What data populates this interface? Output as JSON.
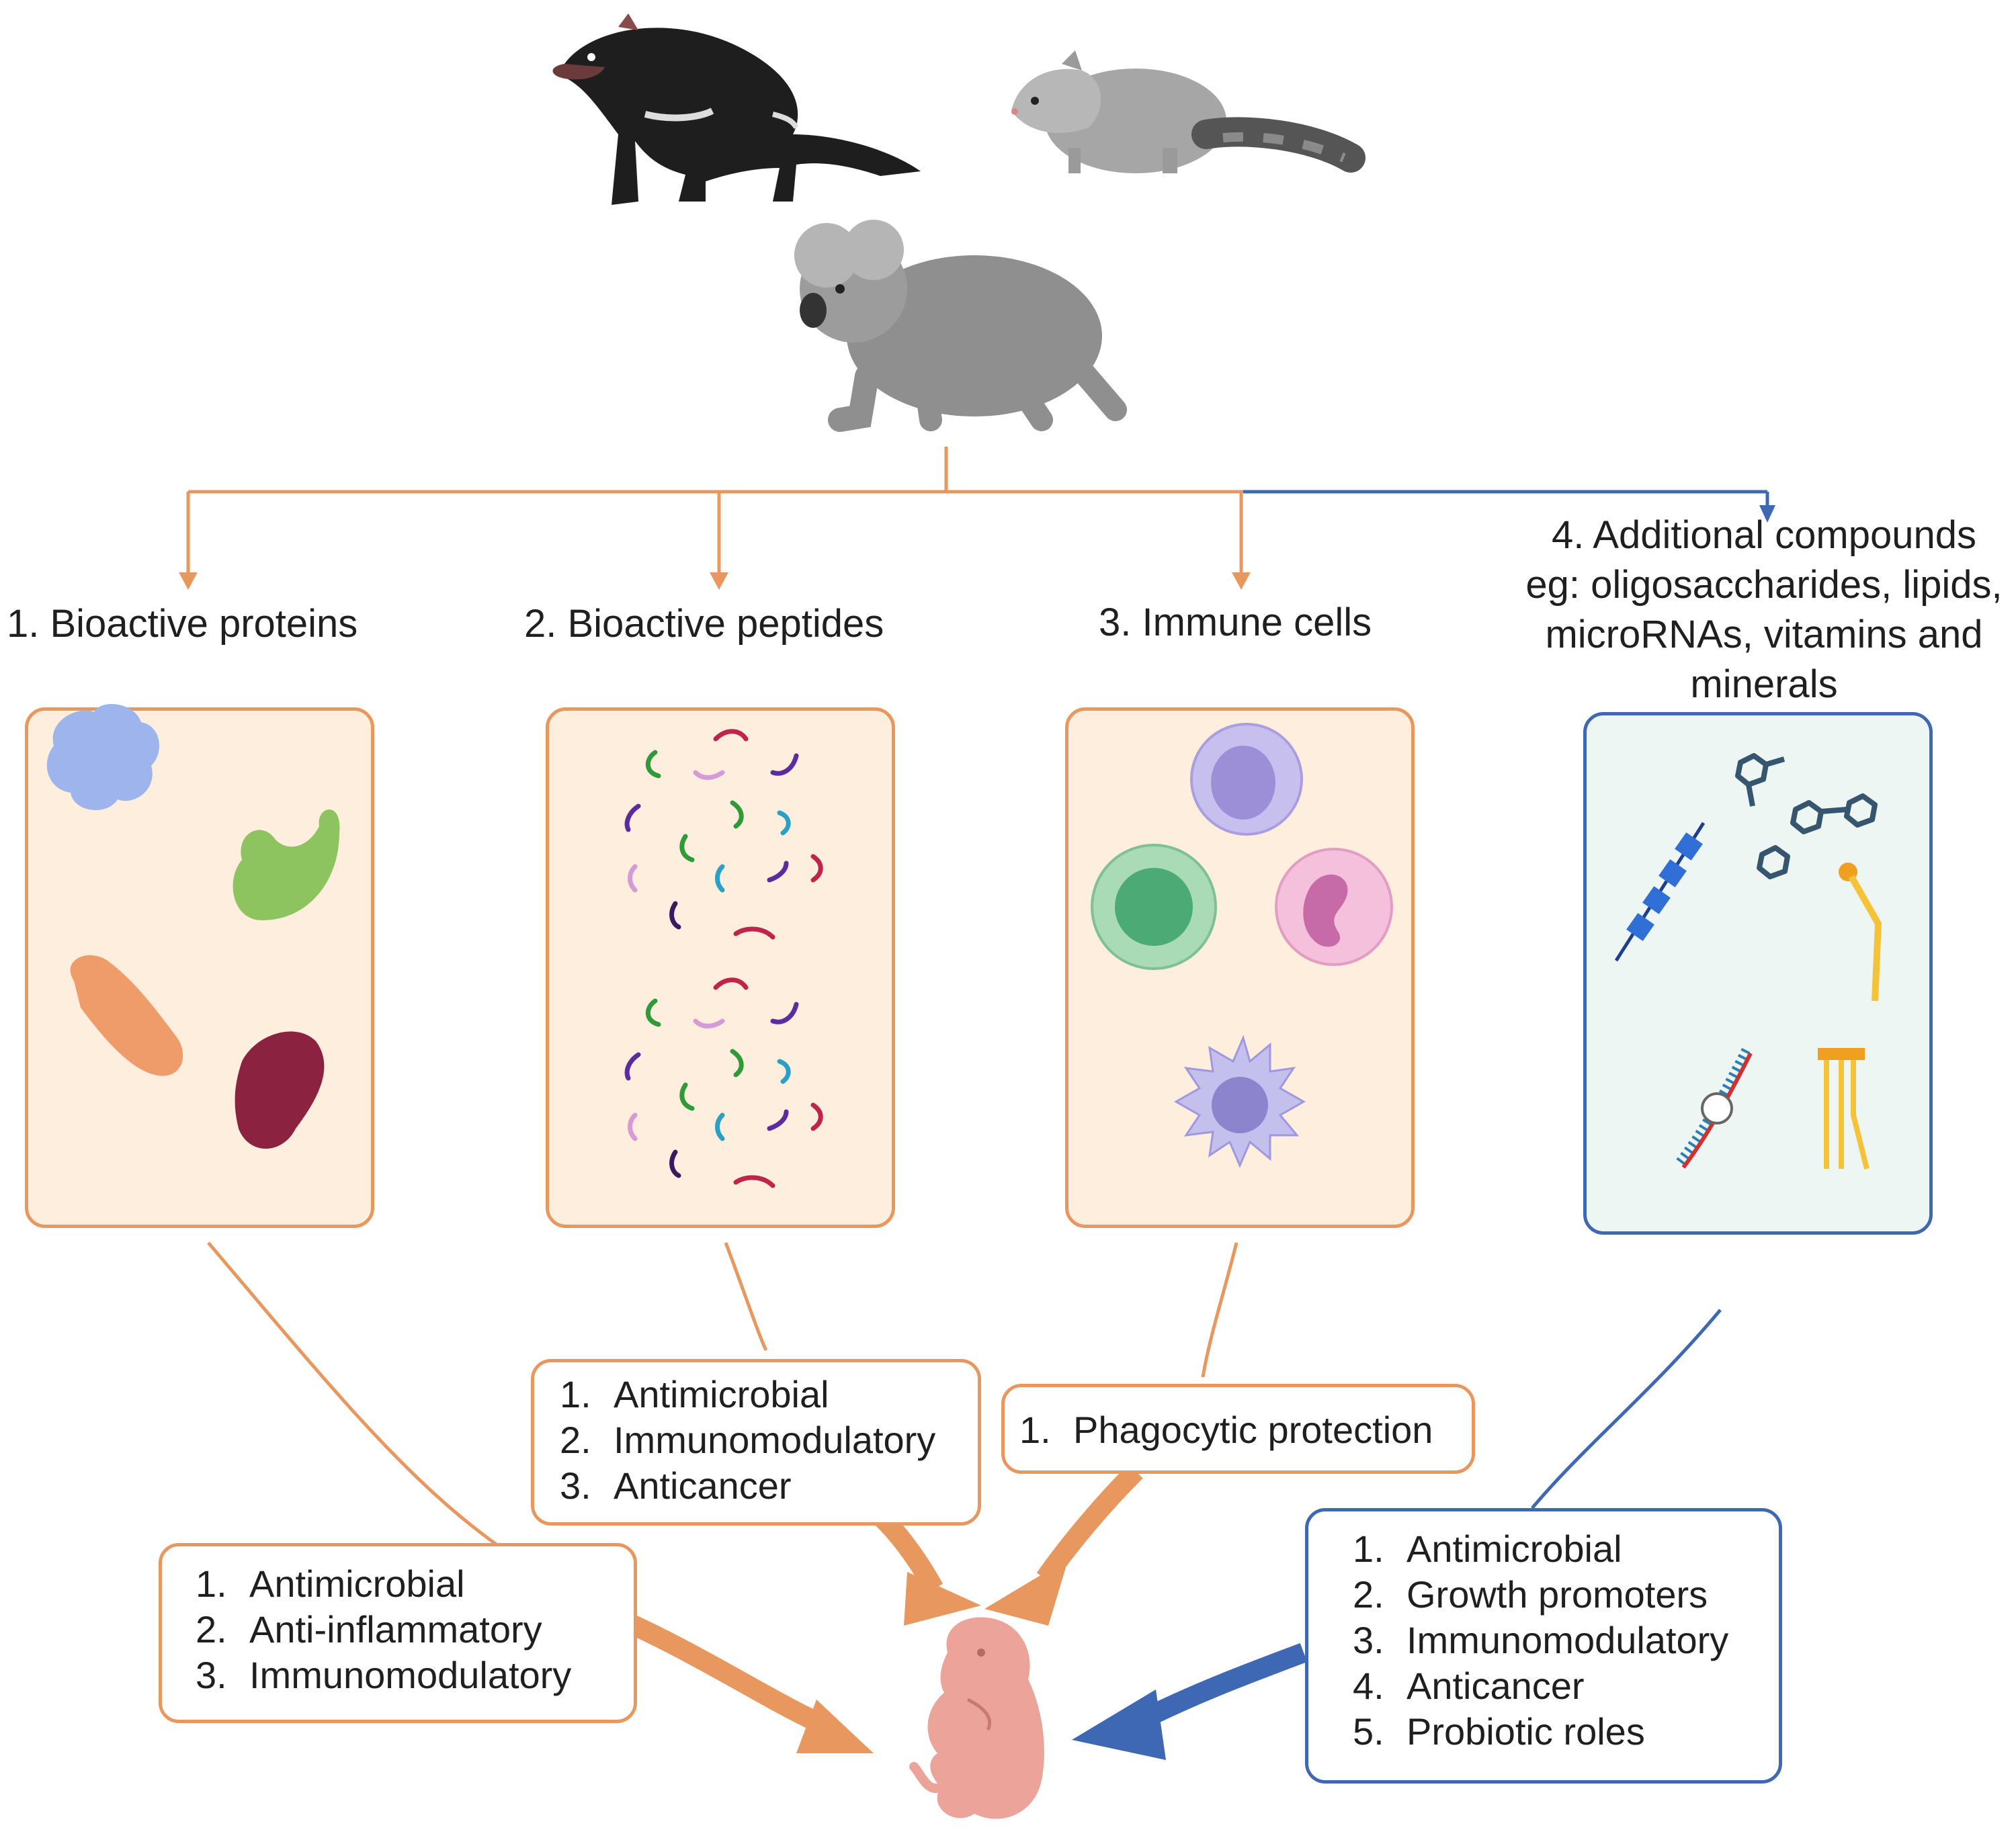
{
  "categories": [
    {
      "label": "1.  Bioactive proteins"
    },
    {
      "label": "2. Bioactive peptides"
    },
    {
      "label": "3. Immune cells"
    },
    {
      "lines": [
        "4. Additional compounds",
        "eg: oligosaccharides, lipids,",
        "microRNAs, vitamins and",
        "minerals"
      ]
    }
  ],
  "functions": {
    "proteins": [
      {
        "num": "1.",
        "text": "Antimicrobial"
      },
      {
        "num": "2.",
        "text": "Anti-inflammatory"
      },
      {
        "num": "3.",
        "text": "Immunomodulatory"
      }
    ],
    "peptides": [
      {
        "num": "1.",
        "text": "Antimicrobial"
      },
      {
        "num": "2.",
        "text": "Immunomodulatory"
      },
      {
        "num": "3.",
        "text": "Anticancer"
      }
    ],
    "immune_cells": [
      {
        "num": "1.",
        "text": "Phagocytic protection"
      }
    ],
    "additional": [
      {
        "num": "1.",
        "text": "Antimicrobial"
      },
      {
        "num": "2.",
        "text": "Growth promoters"
      },
      {
        "num": "3.",
        "text": "Immunomodulatory"
      },
      {
        "num": "4.",
        "text": "Anticancer"
      },
      {
        "num": "5.",
        "text": "Probiotic roles"
      }
    ]
  },
  "colors": {
    "orange": "#e8975e",
    "blue": "#3f68b4",
    "orange_fill": "#fdeedd",
    "blue_fill": "#eef6f3"
  }
}
